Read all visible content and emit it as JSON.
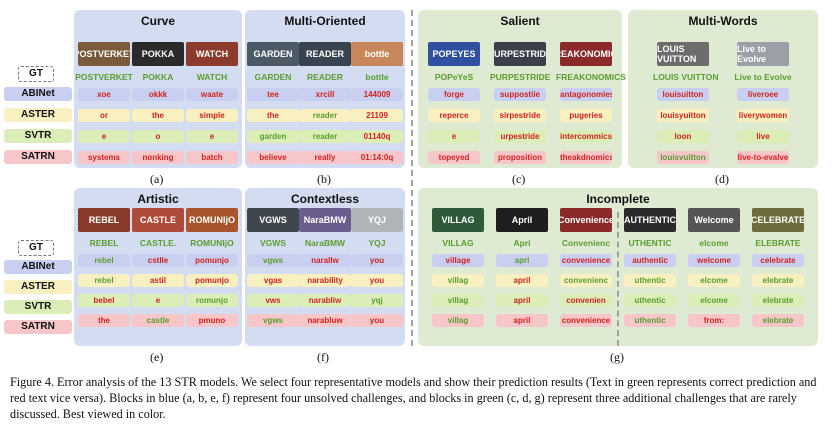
{
  "row_labels": [
    "GT",
    "ABINet",
    "ASTER",
    "SVTR",
    "SATRN"
  ],
  "row_colors": [
    "#c9cff0",
    "#f8f0c0",
    "#dbeeb8",
    "#f6c6c8"
  ],
  "top_panels": [
    {
      "title": "Curve",
      "sub": "(a)",
      "cols": [
        {
          "gt": "POSTVERKET",
          "img": "POSTVERKET",
          "preds": [
            [
              "xoe",
              "wrong"
            ],
            [
              "or",
              "wrong"
            ],
            [
              "e",
              "wrong"
            ],
            [
              "systems",
              "wrong"
            ]
          ]
        },
        {
          "gt": "POKKA",
          "img": "POKKA",
          "preds": [
            [
              "okkk",
              "wrong"
            ],
            [
              "the",
              "wrong"
            ],
            [
              "o",
              "wrong"
            ],
            [
              "nonking",
              "wrong"
            ]
          ]
        },
        {
          "gt": "WATCH",
          "img": "WATCH",
          "preds": [
            [
              "waate",
              "wrong"
            ],
            [
              "simple",
              "wrong"
            ],
            [
              "e",
              "wrong"
            ],
            [
              "batch",
              "wrong"
            ]
          ]
        }
      ]
    },
    {
      "title": "Multi-Oriented",
      "sub": "(b)",
      "cols": [
        {
          "gt": "GARDEN",
          "img": "GARDEN",
          "preds": [
            [
              "tee",
              "wrong"
            ],
            [
              "the",
              "wrong"
            ],
            [
              "garden",
              "right"
            ],
            [
              "believe",
              "wrong"
            ]
          ]
        },
        {
          "gt": "READER",
          "img": "READER",
          "preds": [
            [
              "xrcill",
              "wrong"
            ],
            [
              "reader",
              "right"
            ],
            [
              "reader",
              "right"
            ],
            [
              "really",
              "wrong"
            ]
          ]
        },
        {
          "gt": "bottle",
          "img": "bottle",
          "preds": [
            [
              "144009",
              "wrong"
            ],
            [
              "21109",
              "wrong"
            ],
            [
              "01140q",
              "wrong"
            ],
            [
              "01:14:0q",
              "wrong"
            ]
          ]
        }
      ]
    },
    {
      "title": "Salient",
      "sub": "(c)",
      "cols": [
        {
          "gt": "POPeYeS",
          "img": "POPEYES",
          "preds": [
            [
              "forge",
              "wrong"
            ],
            [
              "reperce",
              "wrong"
            ],
            [
              "e",
              "wrong"
            ],
            [
              "topeyed",
              "wrong"
            ]
          ]
        },
        {
          "gt": "PURPESTRIDE",
          "img": "PURPESTRIDE",
          "preds": [
            [
              "suppostiie",
              "wrong"
            ],
            [
              "sirpestride",
              "wrong"
            ],
            [
              "urpestride",
              "wrong"
            ],
            [
              "proposition",
              "wrong"
            ]
          ]
        },
        {
          "gt": "FREAKONOMICS",
          "img": "FREAKONOMICS",
          "preds": [
            [
              "antagonomies",
              "wrong"
            ],
            [
              "pugeries",
              "wrong"
            ],
            [
              "intercommics",
              "wrong"
            ],
            [
              "theakdnomics",
              "wrong"
            ]
          ]
        }
      ]
    },
    {
      "title": "Multi-Words",
      "sub": "(d)",
      "cols": [
        {
          "gt": "LOUIS VUITTON",
          "img": "LOUIS VUITTON",
          "preds": [
            [
              "louisuitton",
              "wrong"
            ],
            [
              "louisyuitton",
              "wrong"
            ],
            [
              "loon",
              "wrong"
            ],
            [
              "louisvuitton",
              "right"
            ]
          ]
        },
        {
          "gt": "Live to Evolve",
          "img": "Live to Evolve",
          "preds": [
            [
              "liveroee",
              "wrong"
            ],
            [
              "liverywomen",
              "wrong"
            ],
            [
              "live",
              "wrong"
            ],
            [
              "live-to-evalve",
              "wrong"
            ]
          ]
        }
      ]
    }
  ],
  "bottom_panels": [
    {
      "title": "Artistic",
      "sub": "(e)",
      "cols": [
        {
          "gt": "REBEL",
          "img": "REBEL",
          "preds": [
            [
              "rebel",
              "right"
            ],
            [
              "rebel",
              "right"
            ],
            [
              "bebel",
              "wrong"
            ],
            [
              "the",
              "wrong"
            ]
          ]
        },
        {
          "gt": "CASTLE.",
          "img": "CASTLE",
          "preds": [
            [
              "cstlle",
              "wrong"
            ],
            [
              "astil",
              "wrong"
            ],
            [
              "e",
              "wrong"
            ],
            [
              "castle",
              "right"
            ]
          ]
        },
        {
          "gt": "ROMUNIjO",
          "img": "ROMUNIjO",
          "preds": [
            [
              "pomunjo",
              "wrong"
            ],
            [
              "pomunjo",
              "wrong"
            ],
            [
              "romunjo",
              "right"
            ],
            [
              "pmuno",
              "wrong"
            ]
          ]
        }
      ]
    },
    {
      "title": "Contextless",
      "sub": "(f)",
      "cols": [
        {
          "gt": "VGWS",
          "img": "VGWS",
          "preds": [
            [
              "vgws",
              "right"
            ],
            [
              "vgas",
              "wrong"
            ],
            [
              "vws",
              "wrong"
            ],
            [
              "vgws",
              "right"
            ]
          ]
        },
        {
          "gt": "NaraBMW",
          "img": "NaraBMW",
          "preds": [
            [
              "narallw",
              "wrong"
            ],
            [
              "narability",
              "wrong"
            ],
            [
              "narabliw",
              "wrong"
            ],
            [
              "narabluw",
              "wrong"
            ]
          ]
        },
        {
          "gt": "YQJ",
          "img": "YQJ",
          "preds": [
            [
              "you",
              "wrong"
            ],
            [
              "you",
              "wrong"
            ],
            [
              "yqj",
              "right"
            ],
            [
              "you",
              "wrong"
            ]
          ]
        }
      ]
    },
    {
      "title": "Incomplete",
      "sub": "(g)",
      "cols": [
        {
          "gt": "VILLAG",
          "img": "VILLAG",
          "preds": [
            [
              "village",
              "wrong"
            ],
            [
              "villag",
              "right"
            ],
            [
              "villag",
              "right"
            ],
            [
              "villag",
              "right"
            ]
          ]
        },
        {
          "gt": "Apri",
          "img": "April",
          "preds": [
            [
              "apri",
              "right"
            ],
            [
              "april",
              "wrong"
            ],
            [
              "april",
              "wrong"
            ],
            [
              "april",
              "wrong"
            ]
          ]
        },
        {
          "gt": "Convenienc",
          "img": "Convenience",
          "preds": [
            [
              "convenience",
              "wrong"
            ],
            [
              "convenienc",
              "right"
            ],
            [
              "convenien",
              "wrong"
            ],
            [
              "convenience",
              "wrong"
            ]
          ]
        },
        {
          "gt": "UTHENTIC",
          "img": "AUTHENTIC",
          "preds": [
            [
              "authentic",
              "wrong"
            ],
            [
              "uthentic",
              "right"
            ],
            [
              "uthentic",
              "right"
            ],
            [
              "uthentic",
              "right"
            ]
          ]
        },
        {
          "gt": "elcome",
          "img": "Welcome",
          "preds": [
            [
              "welcome",
              "wrong"
            ],
            [
              "elcome",
              "right"
            ],
            [
              "elcome",
              "right"
            ],
            [
              "from:",
              "wrong"
            ]
          ]
        },
        {
          "gt": "ELEBRATE",
          "img": "CELEBRATE",
          "preds": [
            [
              "celebrate",
              "wrong"
            ],
            [
              "elebrate",
              "right"
            ],
            [
              "elebrate",
              "right"
            ],
            [
              "elebrate",
              "right"
            ]
          ]
        }
      ]
    }
  ],
  "caption": "Figure 4. Error analysis of the 13 STR models. We select four representative models and show their prediction results (Text in green represents correct prediction and red text vice versa). Blocks in blue (a, b, e, f) represent four unsolved challenges, and blocks in green (c, d, g) represent three additional challenges that are rarely discussed. Best viewed in color."
}
